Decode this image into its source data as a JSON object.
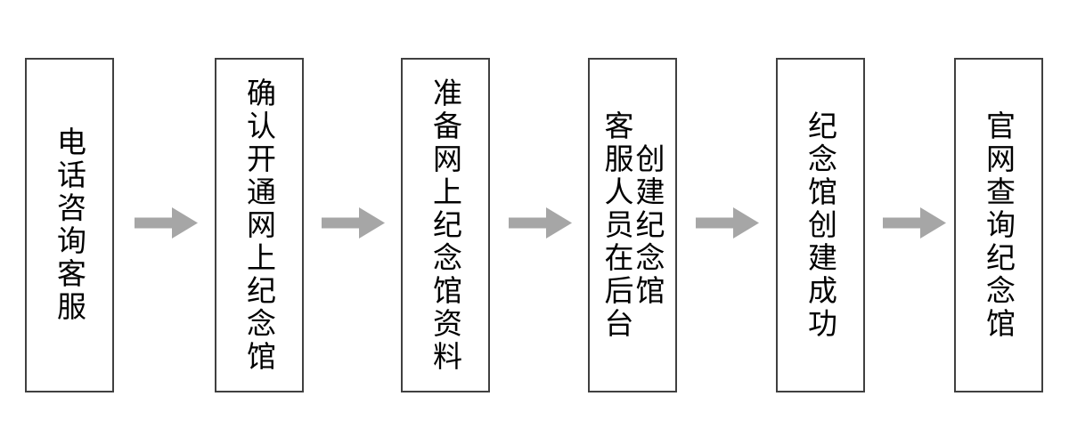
{
  "diagram": {
    "type": "process-flow",
    "orientation": "left-to-right",
    "background_color": "#ffffff",
    "text_direction": "vertical",
    "box_border_color": "#404040",
    "box_fill_color": "#ffffff",
    "text_color": "#000000",
    "arrow_color": "#a6a6a6",
    "steps": [
      {
        "index": 1,
        "columns": [
          "电话咨询客服"
        ],
        "full_text": "电话咨询客服"
      },
      {
        "index": 2,
        "columns": [
          "确认开通网上纪念馆"
        ],
        "full_text": "确认开通网上纪念馆"
      },
      {
        "index": 3,
        "columns": [
          "准备网上纪念馆资料"
        ],
        "full_text": "准备网上纪念馆资料"
      },
      {
        "index": 4,
        "columns": [
          "客服人员在后台",
          "创建纪念馆"
        ],
        "full_text": "客服人员在后台创建纪念馆"
      },
      {
        "index": 5,
        "columns": [
          "纪念馆创建成功"
        ],
        "full_text": "纪念馆创建成功"
      },
      {
        "index": 6,
        "columns": [
          "官网查询纪念馆"
        ],
        "full_text": "官网查询纪念馆"
      }
    ],
    "connectors": [
      {
        "index": 1,
        "from": 1,
        "to": 2,
        "glyph": "right-arrow"
      },
      {
        "index": 2,
        "from": 2,
        "to": 3,
        "glyph": "right-arrow"
      },
      {
        "index": 3,
        "from": 3,
        "to": 4,
        "glyph": "right-arrow"
      },
      {
        "index": 4,
        "from": 4,
        "to": 5,
        "glyph": "right-arrow"
      },
      {
        "index": 5,
        "from": 5,
        "to": 6,
        "glyph": "right-arrow"
      }
    ]
  }
}
